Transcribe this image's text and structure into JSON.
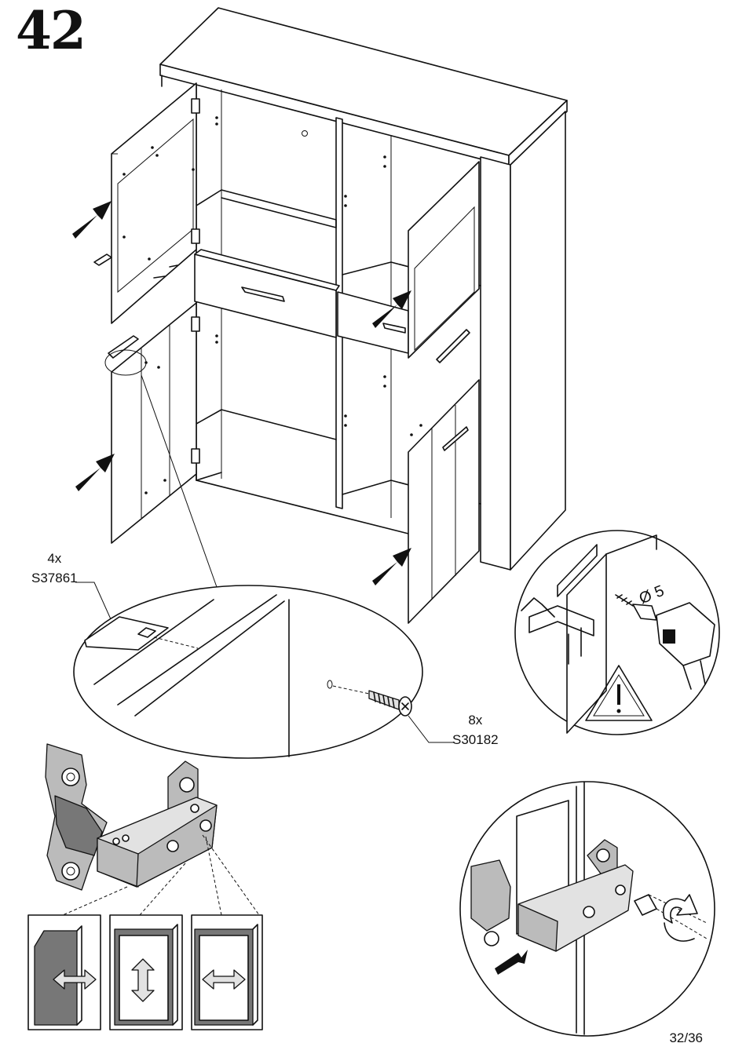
{
  "step": {
    "number": "42"
  },
  "parts": [
    {
      "quantity": "4x",
      "code": "S37861"
    },
    {
      "quantity": "8x",
      "code": "S30182"
    }
  ],
  "drill": {
    "diameter_label": "Ø 5"
  },
  "page": {
    "number": "32/36"
  },
  "icons": [
    "push-arrow-icon",
    "warning-triangle-icon",
    "drill-icon",
    "screwdriver-icon",
    "rotate-arrow-icon",
    "adjust-depth-icon",
    "adjust-height-icon",
    "adjust-side-icon"
  ],
  "colors": {
    "ink": "#111111",
    "panel_grey": "#777777",
    "fitting_grey": "#bbbbbb"
  }
}
